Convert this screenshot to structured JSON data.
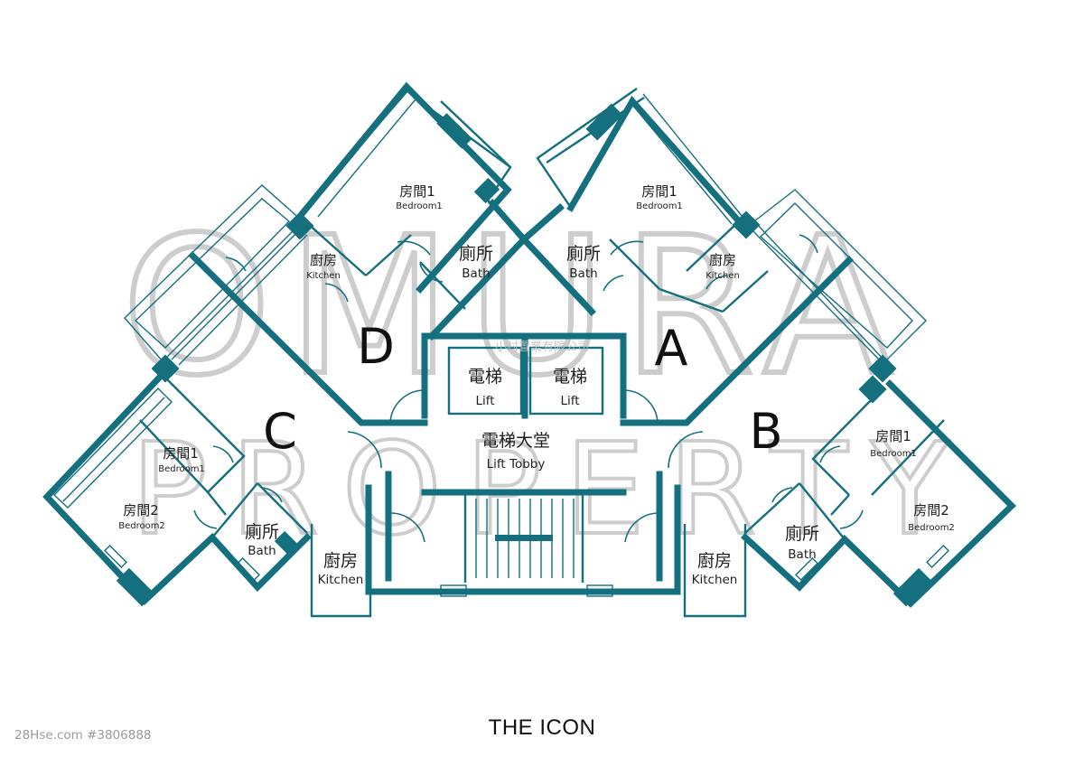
{
  "building_name": "THE ICON",
  "source_caption": "28Hse.com #3806888",
  "watermark": {
    "line1": "OMURA",
    "line2": "PROPERTY",
    "company": "小村置業有限公司"
  },
  "units": [
    "A",
    "B",
    "C",
    "D"
  ],
  "rooms": {
    "bedroom1_zh": "房間1",
    "bedroom1_en": "Bedroom1",
    "bedroom2_zh": "房間2",
    "bedroom2_en": "Bedroom2",
    "bath_zh": "廁所",
    "bath_en": "Bath",
    "kitchen_zh": "廚房",
    "kitchen_en": "Kitchen",
    "lift_zh": "電梯",
    "lift_en": "Lift",
    "lobby_zh": "電梯大堂",
    "lobby_en": "Lift Tobby"
  },
  "colors": {
    "wall": "#146f7e",
    "watermark": "#bdbdbd"
  }
}
